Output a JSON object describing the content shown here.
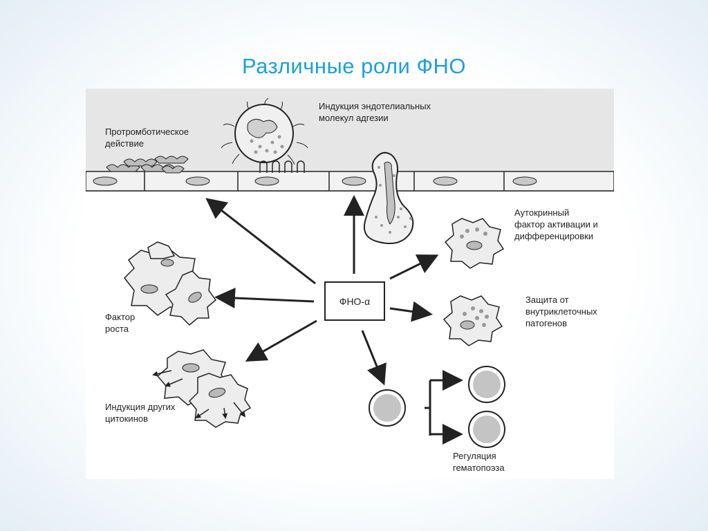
{
  "title": "Различные роли ФНО",
  "diagram": {
    "center": "ФНО-α",
    "labels": {
      "prothrombotic": "Протромботическое\nдействие",
      "adhesion": "Индукция эндотелиальных\nмолекул адгезии",
      "autocrine": "Аутокринный\nфактор активации и\nдифференцировки",
      "protection": "Защита от\nвнутриклеточных\nпатогенов",
      "growth": "Фактор\nроста",
      "cytokines": "Индукция других\nцитокинов",
      "hematopoiesis": "Регуляция\nгематопоэза"
    }
  },
  "colors": {
    "title": "#1a9fe0",
    "vessel": "#e6e6e6",
    "stroke": "#222222",
    "cell_fill": "#e9e9e9",
    "nucleus": "#b9b9b9"
  }
}
